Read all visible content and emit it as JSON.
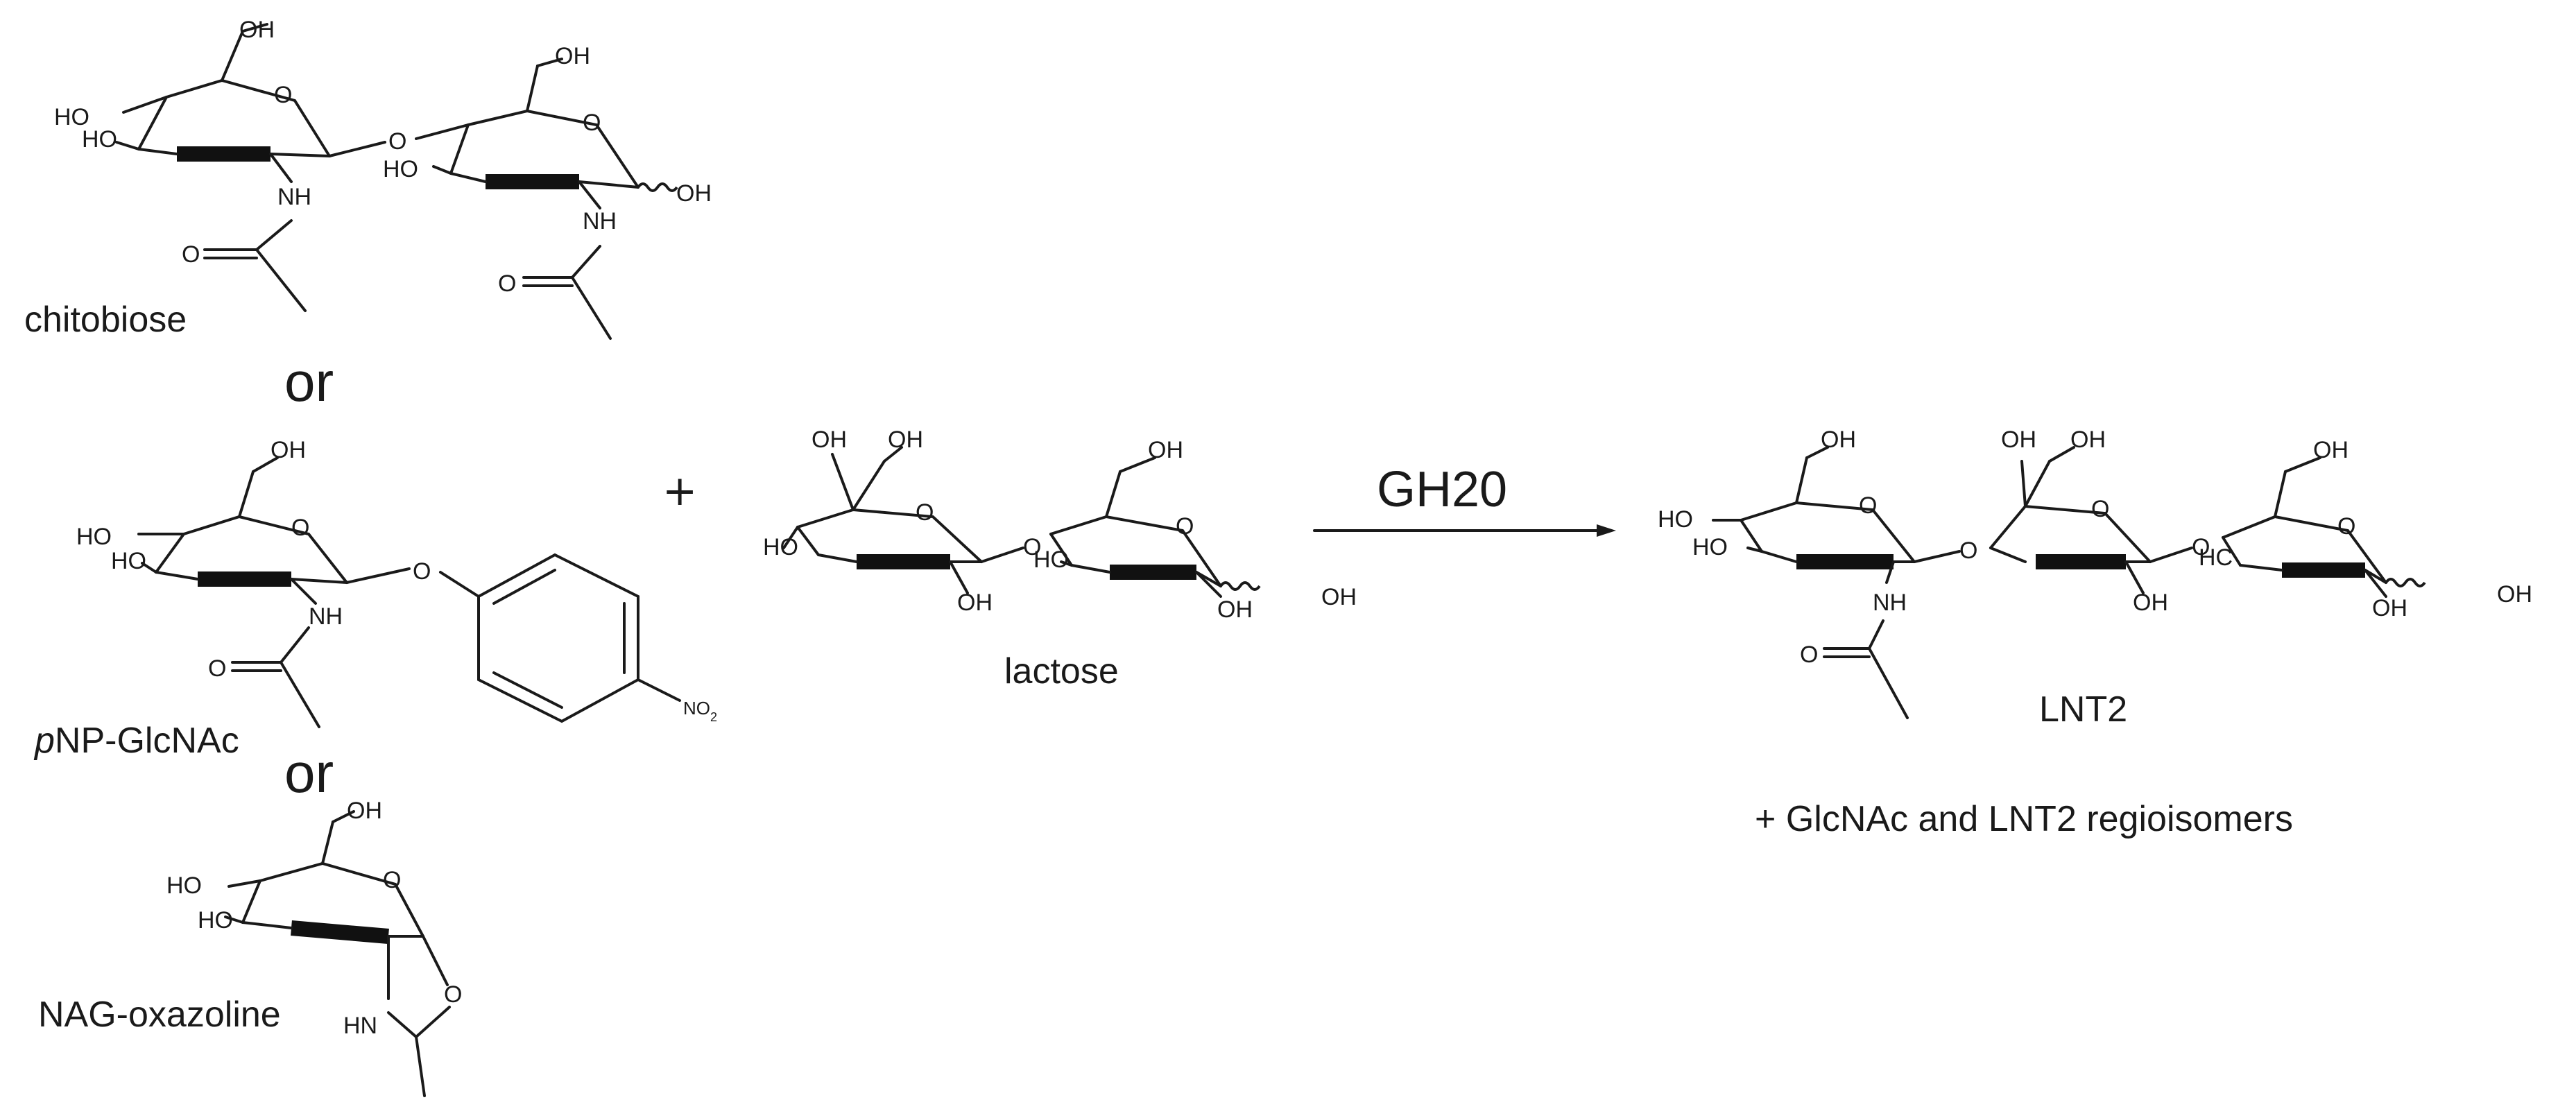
{
  "atoms": {
    "oh": "OH",
    "ho": "HO",
    "o": "O",
    "nh": "NH",
    "hn": "HN",
    "no2": "NO",
    "no2_sub": "2",
    "hc": "HC"
  },
  "names": {
    "chitobiose": "chitobiose",
    "pnp_italic": "p",
    "pnp_rest": "NP-GlcNAc",
    "nag_oxazoline": "NAG-oxazoline",
    "lactose": "lactose",
    "lnt2": "LNT2"
  },
  "connectors": {
    "or_1": "or",
    "or_2": "or",
    "plus": "+"
  },
  "reaction": {
    "enzyme": "GH20",
    "byproducts": "+ GlcNAc and LNT2 regioisomers"
  }
}
